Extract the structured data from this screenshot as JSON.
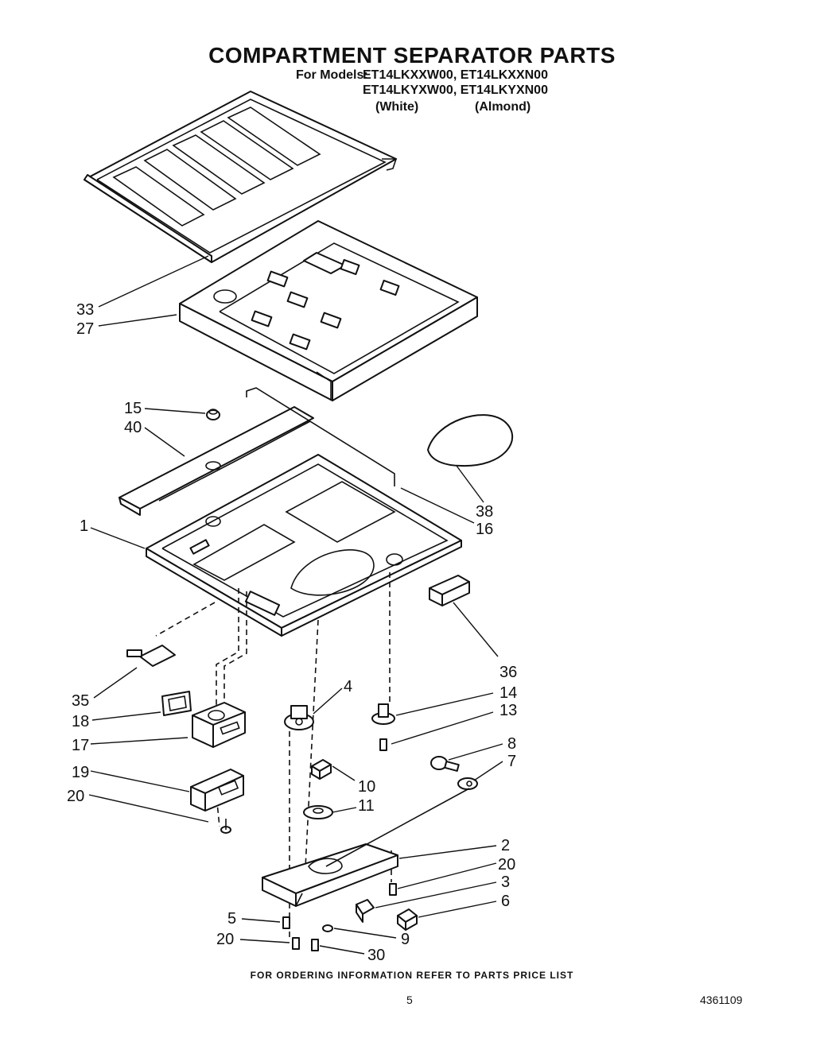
{
  "title": "COMPARTMENT SEPARATOR PARTS",
  "models": {
    "for_label": "For Models:",
    "line1": "ET14LKXXW00, ET14LKXXN00",
    "line2": "ET14LKYXW00, ET14LKYXN00",
    "color_white": "(White)",
    "color_almond": "(Almond)"
  },
  "callouts": [
    "33",
    "27",
    "15",
    "40",
    "38",
    "16",
    "1",
    "36",
    "35",
    "4",
    "14",
    "13",
    "18",
    "17",
    "8",
    "7",
    "19",
    "10",
    "11",
    "20",
    "2",
    "20",
    "3",
    "6",
    "5",
    "9",
    "20",
    "30"
  ],
  "footer": "FOR ORDERING INFORMATION REFER TO PARTS PRICE LIST",
  "page_number": "5",
  "doc_number": "4361109"
}
